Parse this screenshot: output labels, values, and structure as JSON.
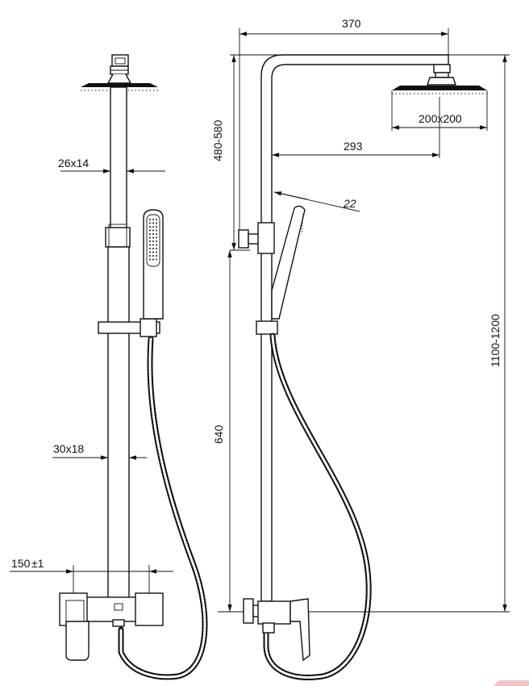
{
  "dimensions": {
    "arm_length": "370",
    "arm_to_head": "293",
    "head_size": "200x200",
    "head_height": "480-580",
    "top_tube": "26x14",
    "bottom_tube": "30x18",
    "spacing": "150",
    "spacing_tol": "±1",
    "hand_angle": "22",
    "mixer_height": "640",
    "total_height": "1100-1200"
  }
}
